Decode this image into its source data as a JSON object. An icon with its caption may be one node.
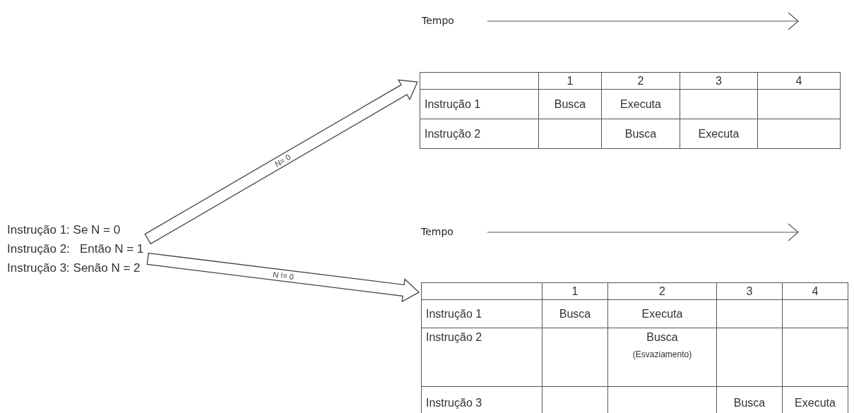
{
  "diagram": {
    "nodes": [
      {
        "text": [
          "Instrução 1: Se N = 0",
          "Instrução 2:   Então N = 1",
          "Instrução 3: Senão N = 2"
        ]
      },
      {
        "text": [
          "1",
          "2",
          "3",
          "4",
          "Instrução 1",
          "Busca",
          "Executa",
          "Instrução 2",
          "Busca",
          "Executa"
        ]
      },
      {
        "text": [
          "1",
          "2",
          "3",
          "4",
          "Instrução 1",
          "Busca",
          "Executa",
          "Instrução 2",
          "Busca",
          "(Esvaziamento)",
          "Instrução 3",
          "Busca",
          "Executa"
        ]
      }
    ],
    "edges": [
      {
        "from": 0,
        "to": 1,
        "arrow": "to",
        "label": "N= 0"
      },
      {
        "from": 0,
        "to": 2,
        "arrow": "to",
        "label": "N != 0"
      }
    ],
    "labels": [
      "Tempo",
      "Tempo"
    ]
  }
}
